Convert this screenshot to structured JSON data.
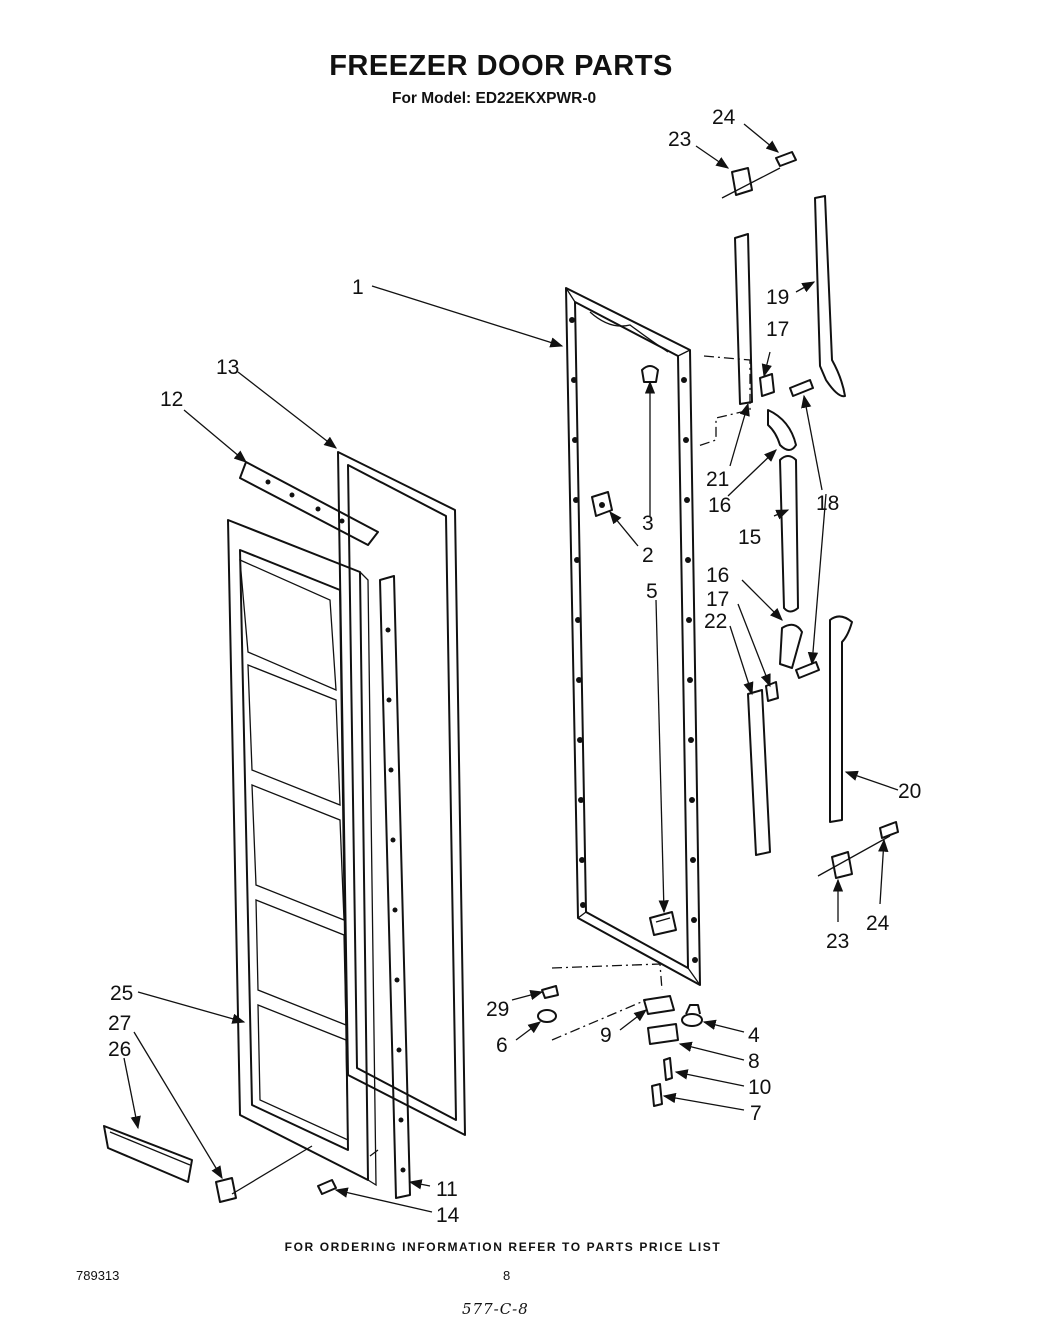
{
  "header": {
    "title": "FREEZER DOOR PARTS",
    "model_line": "For Model: ED22EKXPWR-0"
  },
  "callouts": [
    "1",
    "2",
    "3",
    "4",
    "5",
    "6",
    "7",
    "8",
    "9",
    "10",
    "11",
    "12",
    "13",
    "14",
    "15",
    "16",
    "16",
    "17",
    "17",
    "18",
    "19",
    "20",
    "21",
    "22",
    "23",
    "23",
    "24",
    "24",
    "25",
    "26",
    "27",
    "29"
  ],
  "footer": {
    "ordering_note": "FOR ORDERING INFORMATION REFER TO PARTS PRICE LIST",
    "doc_number": "789313",
    "page_number": "8",
    "handwritten_note": "577-C-8"
  }
}
